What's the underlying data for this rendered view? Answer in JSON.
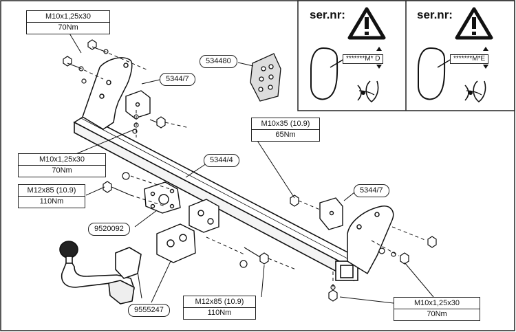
{
  "labels": {
    "top_left": {
      "line1": "M10x1,25x30",
      "line2": "70Nm"
    },
    "left_mid": {
      "line1": "M10x1,25x30",
      "line2": "70Nm"
    },
    "left_bolt": {
      "line1": "M12x85 (10.9)",
      "line2": "110Nm"
    },
    "center_right": {
      "line1": "M10x35 (10.9)",
      "line2": "65Nm"
    },
    "bottom_center": {
      "line1": "M12x85 (10.9)",
      "line2": "110Nm"
    },
    "bottom_right": {
      "line1": "M10x1,25x30",
      "line2": "70Nm"
    }
  },
  "parts": {
    "p534480": "534480",
    "p5344_7_top": "5344/7",
    "p5344_4": "5344/4",
    "p5344_7_right": "5344/7",
    "p9520092": "9520092",
    "p9555247": "9555247"
  },
  "serial_panels": [
    {
      "title": "ser.nr:",
      "serial": "*******M* D"
    },
    {
      "title": "ser.nr:",
      "serial": "*******M*E"
    }
  ],
  "icons": {
    "warning": "warning-triangle-icon",
    "eye": "eye-icon"
  }
}
